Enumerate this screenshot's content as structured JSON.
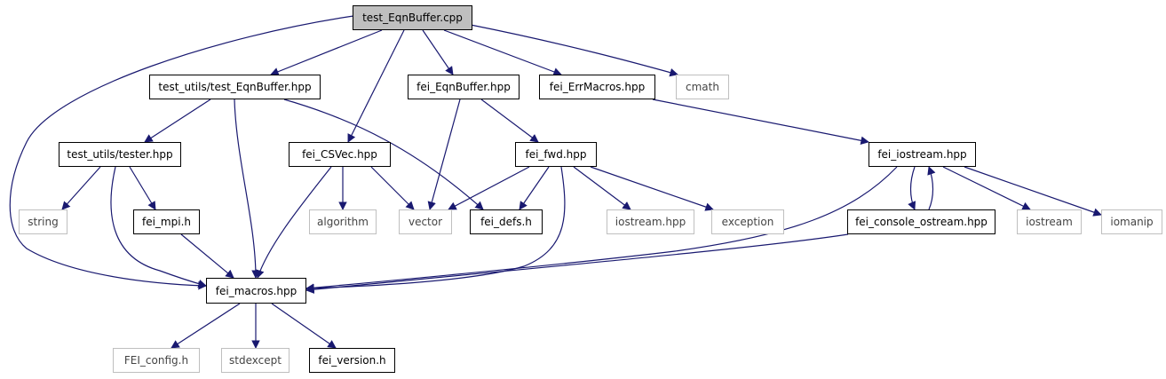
{
  "colors": {
    "edge": "#191970",
    "node_border": "#000000",
    "external_border": "#bfbfbf",
    "root_fill": "#bfbfbf"
  },
  "nodes": {
    "test_eqnbuffer_cpp": "test_EqnBuffer.cpp",
    "test_utils_test_eqnbuffer_hpp": "test_utils/test_EqnBuffer.hpp",
    "fei_eqnbuffer_hpp": "fei_EqnBuffer.hpp",
    "fei_errmacros_hpp": "fei_ErrMacros.hpp",
    "cmath": "cmath",
    "test_utils_tester_hpp": "test_utils/tester.hpp",
    "fei_csvec_hpp": "fei_CSVec.hpp",
    "fei_fwd_hpp": "fei_fwd.hpp",
    "fei_iostream_hpp": "fei_iostream.hpp",
    "string": "string",
    "fei_mpi_h": "fei_mpi.h",
    "algorithm": "algorithm",
    "vector": "vector",
    "fei_defs_h": "fei_defs.h",
    "iostream_hpp": "iostream.hpp",
    "exception": "exception",
    "fei_console_ostream_hpp": "fei_console_ostream.hpp",
    "iostream": "iostream",
    "iomanip": "iomanip",
    "fei_macros_hpp": "fei_macros.hpp",
    "fei_config_h": "FEI_config.h",
    "stdexcept": "stdexcept",
    "fei_version_h": "fei_version.h"
  }
}
